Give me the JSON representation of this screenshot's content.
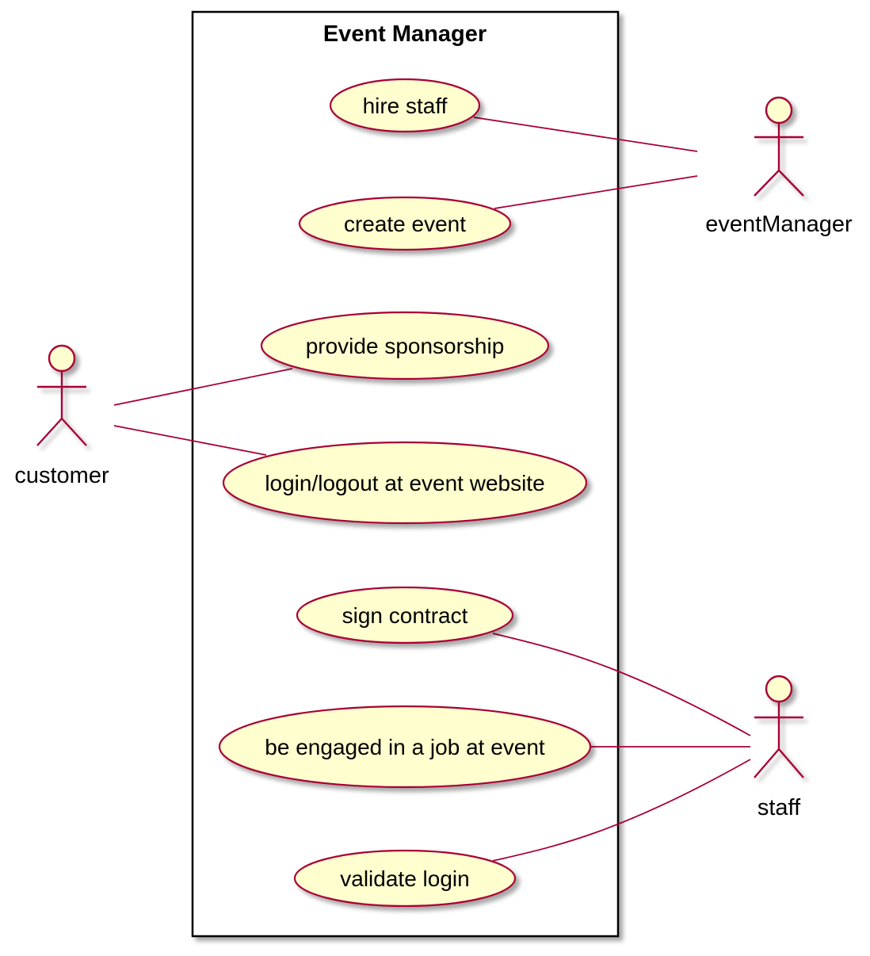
{
  "system": {
    "title": "Event Manager"
  },
  "actors": {
    "event_manager": "eventManager",
    "customer": "customer",
    "staff": "staff"
  },
  "use_cases": {
    "hire_staff": "hire staff",
    "create_event": "create event",
    "provide_sponsorship": "provide sponsorship",
    "login_logout": "login/logout at event website",
    "sign_contract": "sign contract",
    "engaged_job": "be engaged in a job at event",
    "validate_login": "validate login"
  },
  "associations": [
    [
      "eventManager",
      "hire staff"
    ],
    [
      "eventManager",
      "create event"
    ],
    [
      "customer",
      "provide sponsorship"
    ],
    [
      "customer",
      "login/logout at event website"
    ],
    [
      "staff",
      "sign contract"
    ],
    [
      "staff",
      "be engaged in a job at event"
    ],
    [
      "staff",
      "validate login"
    ]
  ],
  "colors": {
    "fill": "#FEFECE",
    "stroke": "#A80036",
    "border": "#000000",
    "shadow": "#C9C9C9"
  }
}
